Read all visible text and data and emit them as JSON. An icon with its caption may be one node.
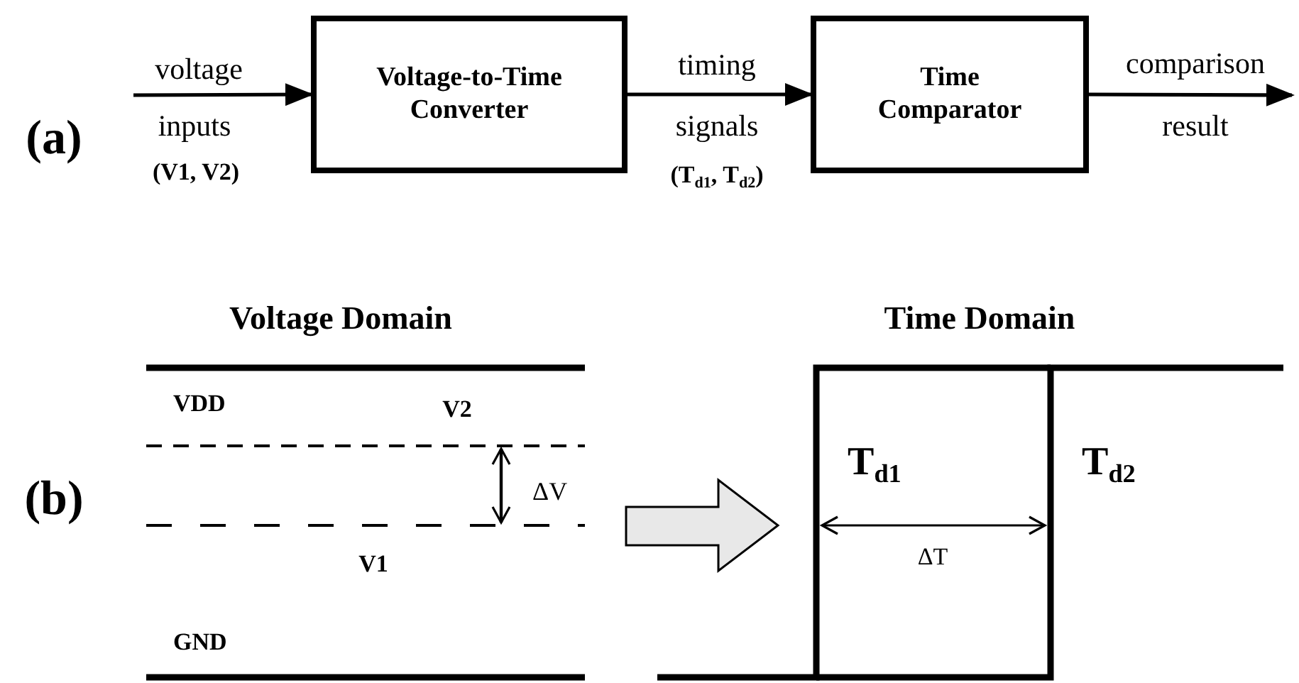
{
  "diagram": {
    "nodes": [
      {
        "text": [
          "Voltage-to-Time Converter"
        ]
      },
      {
        "text": [
          "Time Comparator"
        ]
      }
    ],
    "edges": [
      {
        "from": null,
        "to": 0,
        "arrow": "to"
      },
      {
        "from": 0,
        "to": 1,
        "arrow": "to"
      },
      {
        "from": 1,
        "to": null,
        "arrow": "to"
      }
    ],
    "labels": [
      "(a)",
      "voltage",
      "inputs",
      "(V1, V2)",
      "timing",
      "signals",
      "(T$_{d1}$, T$_{d2}$)",
      "comparison",
      "result",
      "Voltage Domain",
      "Time Domain",
      "VDD",
      "V2",
      "T$_{d1}$",
      "T$_{d2}$",
      "(b)",
      "ΔV",
      "V1",
      "ΔT",
      "GND"
    ]
  }
}
